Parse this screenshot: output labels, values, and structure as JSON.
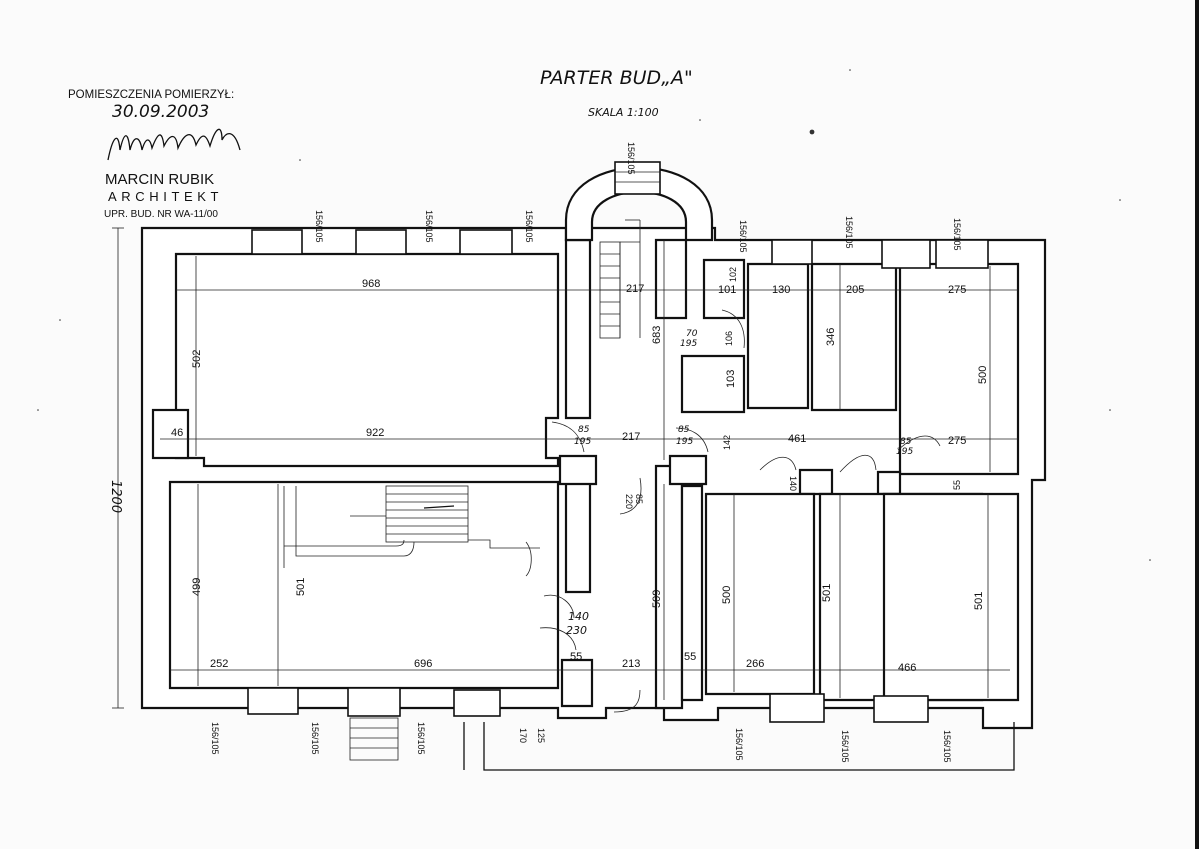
{
  "header": {
    "title": "PARTER BUD„A\"",
    "scale": "SKALA 1:100"
  },
  "stamp": {
    "measured_label": "POMIESZCZENIA POMIERZYŁ:",
    "date": "30.09.2003",
    "name": "MARCIN RUBIK",
    "role": "ARCHITEKT",
    "license": "UPR. BUD. NR WA-11/00"
  },
  "dimensions": {
    "overall_height": "1200",
    "room_nw_width": "968",
    "room_nw_height": "502",
    "corridor_left": "922",
    "corridor_left_small": "46",
    "stair_width_top": "217",
    "stair_height": "683",
    "corridor_mid": "217",
    "corridor_right": "461",
    "corridor_far_right": "275",
    "room_small_a": "101",
    "room_small_b": "130",
    "room_small_c": "205",
    "room_ne_width": "275",
    "room_ne_height": "500",
    "room_c_height": "346",
    "wc_height": "103",
    "wc_small": "106",
    "wc_small2": "102",
    "wc_width": "142",
    "room_sw_height": "499",
    "room_sw2_height": "501",
    "room_sw_width": "252",
    "room_s_width": "696",
    "hall_height": "509",
    "hall_width": "213",
    "room_se1_height": "500",
    "room_se1_width": "266",
    "room_se2_height": "501",
    "room_se3_height": "501",
    "room_se3_width": "466",
    "door_main_top": "140",
    "door_main_bottom": "230",
    "door_a_top": "70",
    "door_a_bottom": "195",
    "door_b_top": "85",
    "door_b_bottom": "195",
    "door_c_top": "85",
    "door_c_bottom": "195",
    "door_d_top": "85",
    "door_d_bottom": "195",
    "window_label": "156/105",
    "n55a": "55",
    "n55b": "55",
    "n55c": "55",
    "n85": "85",
    "n220": "220",
    "n125": "125",
    "n170": "170",
    "n140": "140"
  }
}
